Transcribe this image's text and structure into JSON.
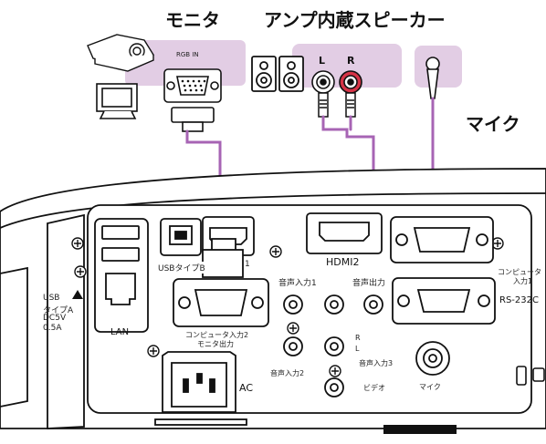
{
  "headings": {
    "monitor": "モニタ",
    "amp_speaker": "アンプ内蔵スピーカー",
    "mic": "マイク"
  },
  "devices": {
    "rgb_in": "RGB IN",
    "speaker_l": "L",
    "speaker_r": "R"
  },
  "panel": {
    "lan": "LAN",
    "usb_type_a": [
      "USB",
      "タイプA",
      "DC5V",
      "0.5A"
    ],
    "usb_type_b": "USBタイプB",
    "hdmi1_suffix": "1",
    "hdmi2": "HDMI2",
    "computer_in1": [
      "コンピュータ",
      "入力1"
    ],
    "audio_in1": "音声入力1",
    "audio_out": "音声出力",
    "rs232c": "RS-232C",
    "computer_in2": [
      "コンピュータ入力2",
      "モニタ出力"
    ],
    "audio_in2": "音声入力2",
    "audio_in3_r": "R",
    "audio_in3_l": "L",
    "audio_in3": "音声入力3",
    "video": "ビデオ",
    "mic_port": "マイク",
    "ac": "AC"
  },
  "colors": {
    "highlight": "#e2cde4",
    "cable": "#a764b4",
    "panel": "#ffffff",
    "line": "#111111"
  }
}
